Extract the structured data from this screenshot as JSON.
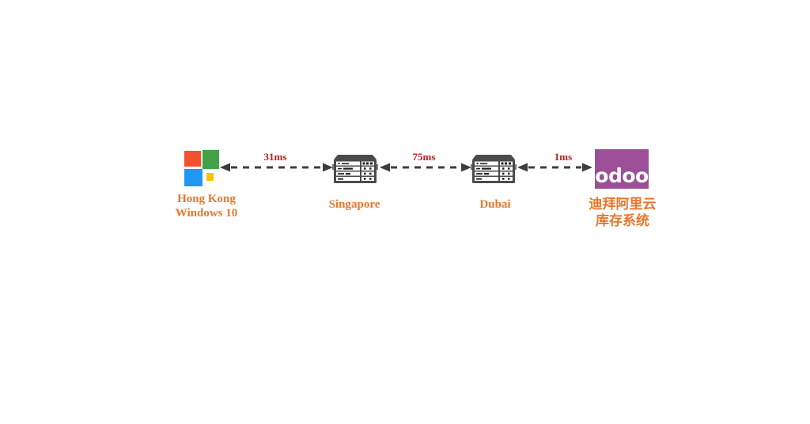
{
  "nodes": {
    "hongkong": {
      "line1": "Hong Kong",
      "line2": "Windows 10"
    },
    "singapore": {
      "label": "Singapore"
    },
    "dubai": {
      "label": "Dubai"
    },
    "odoo": {
      "wordmark": "odoo",
      "line1": "迪拜阿里云",
      "line2": "库存系统"
    }
  },
  "links": {
    "hk_singapore": {
      "latency": "31ms"
    },
    "singapore_dubai": {
      "latency": "75ms"
    },
    "dubai_odoo": {
      "latency": "1ms"
    }
  },
  "colors": {
    "label-orange": "#E8762C",
    "latency-red": "#C11B1B",
    "arrow-gray": "#3D3D3D",
    "odoo-purple": "#9C4F96",
    "win-red": "#F4512C",
    "win-green": "#43A047",
    "win-blue": "#2196F3",
    "win-yellow": "#FFC107",
    "server-gray": "#4A4A4A"
  }
}
